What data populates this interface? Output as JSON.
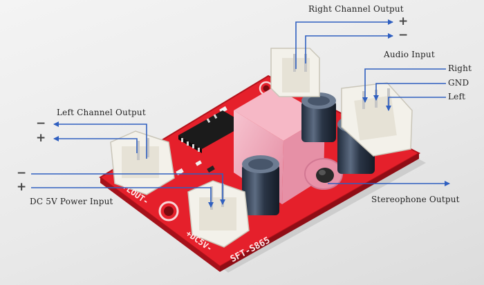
{
  "labels": {
    "right_channel_output": "Right Channel Output",
    "audio_input": "Audio Input",
    "right": "Right",
    "gnd": "GND",
    "left": "Left",
    "left_channel_output": "Left Channel Output",
    "dc_power_input": "DC 5V Power Input",
    "stereophone_output": "Stereophone Output"
  },
  "signs": {
    "plus": "+",
    "minus": "−"
  },
  "silkscreen": {
    "lout": "+LOUT-",
    "dc5v": "+DC5V-",
    "model": "SFT-S865"
  },
  "colors": {
    "board": "#e5202b",
    "jack": "#f2a7b8",
    "arrow": "#2f5fc0",
    "connector": "#f3f1ea"
  }
}
